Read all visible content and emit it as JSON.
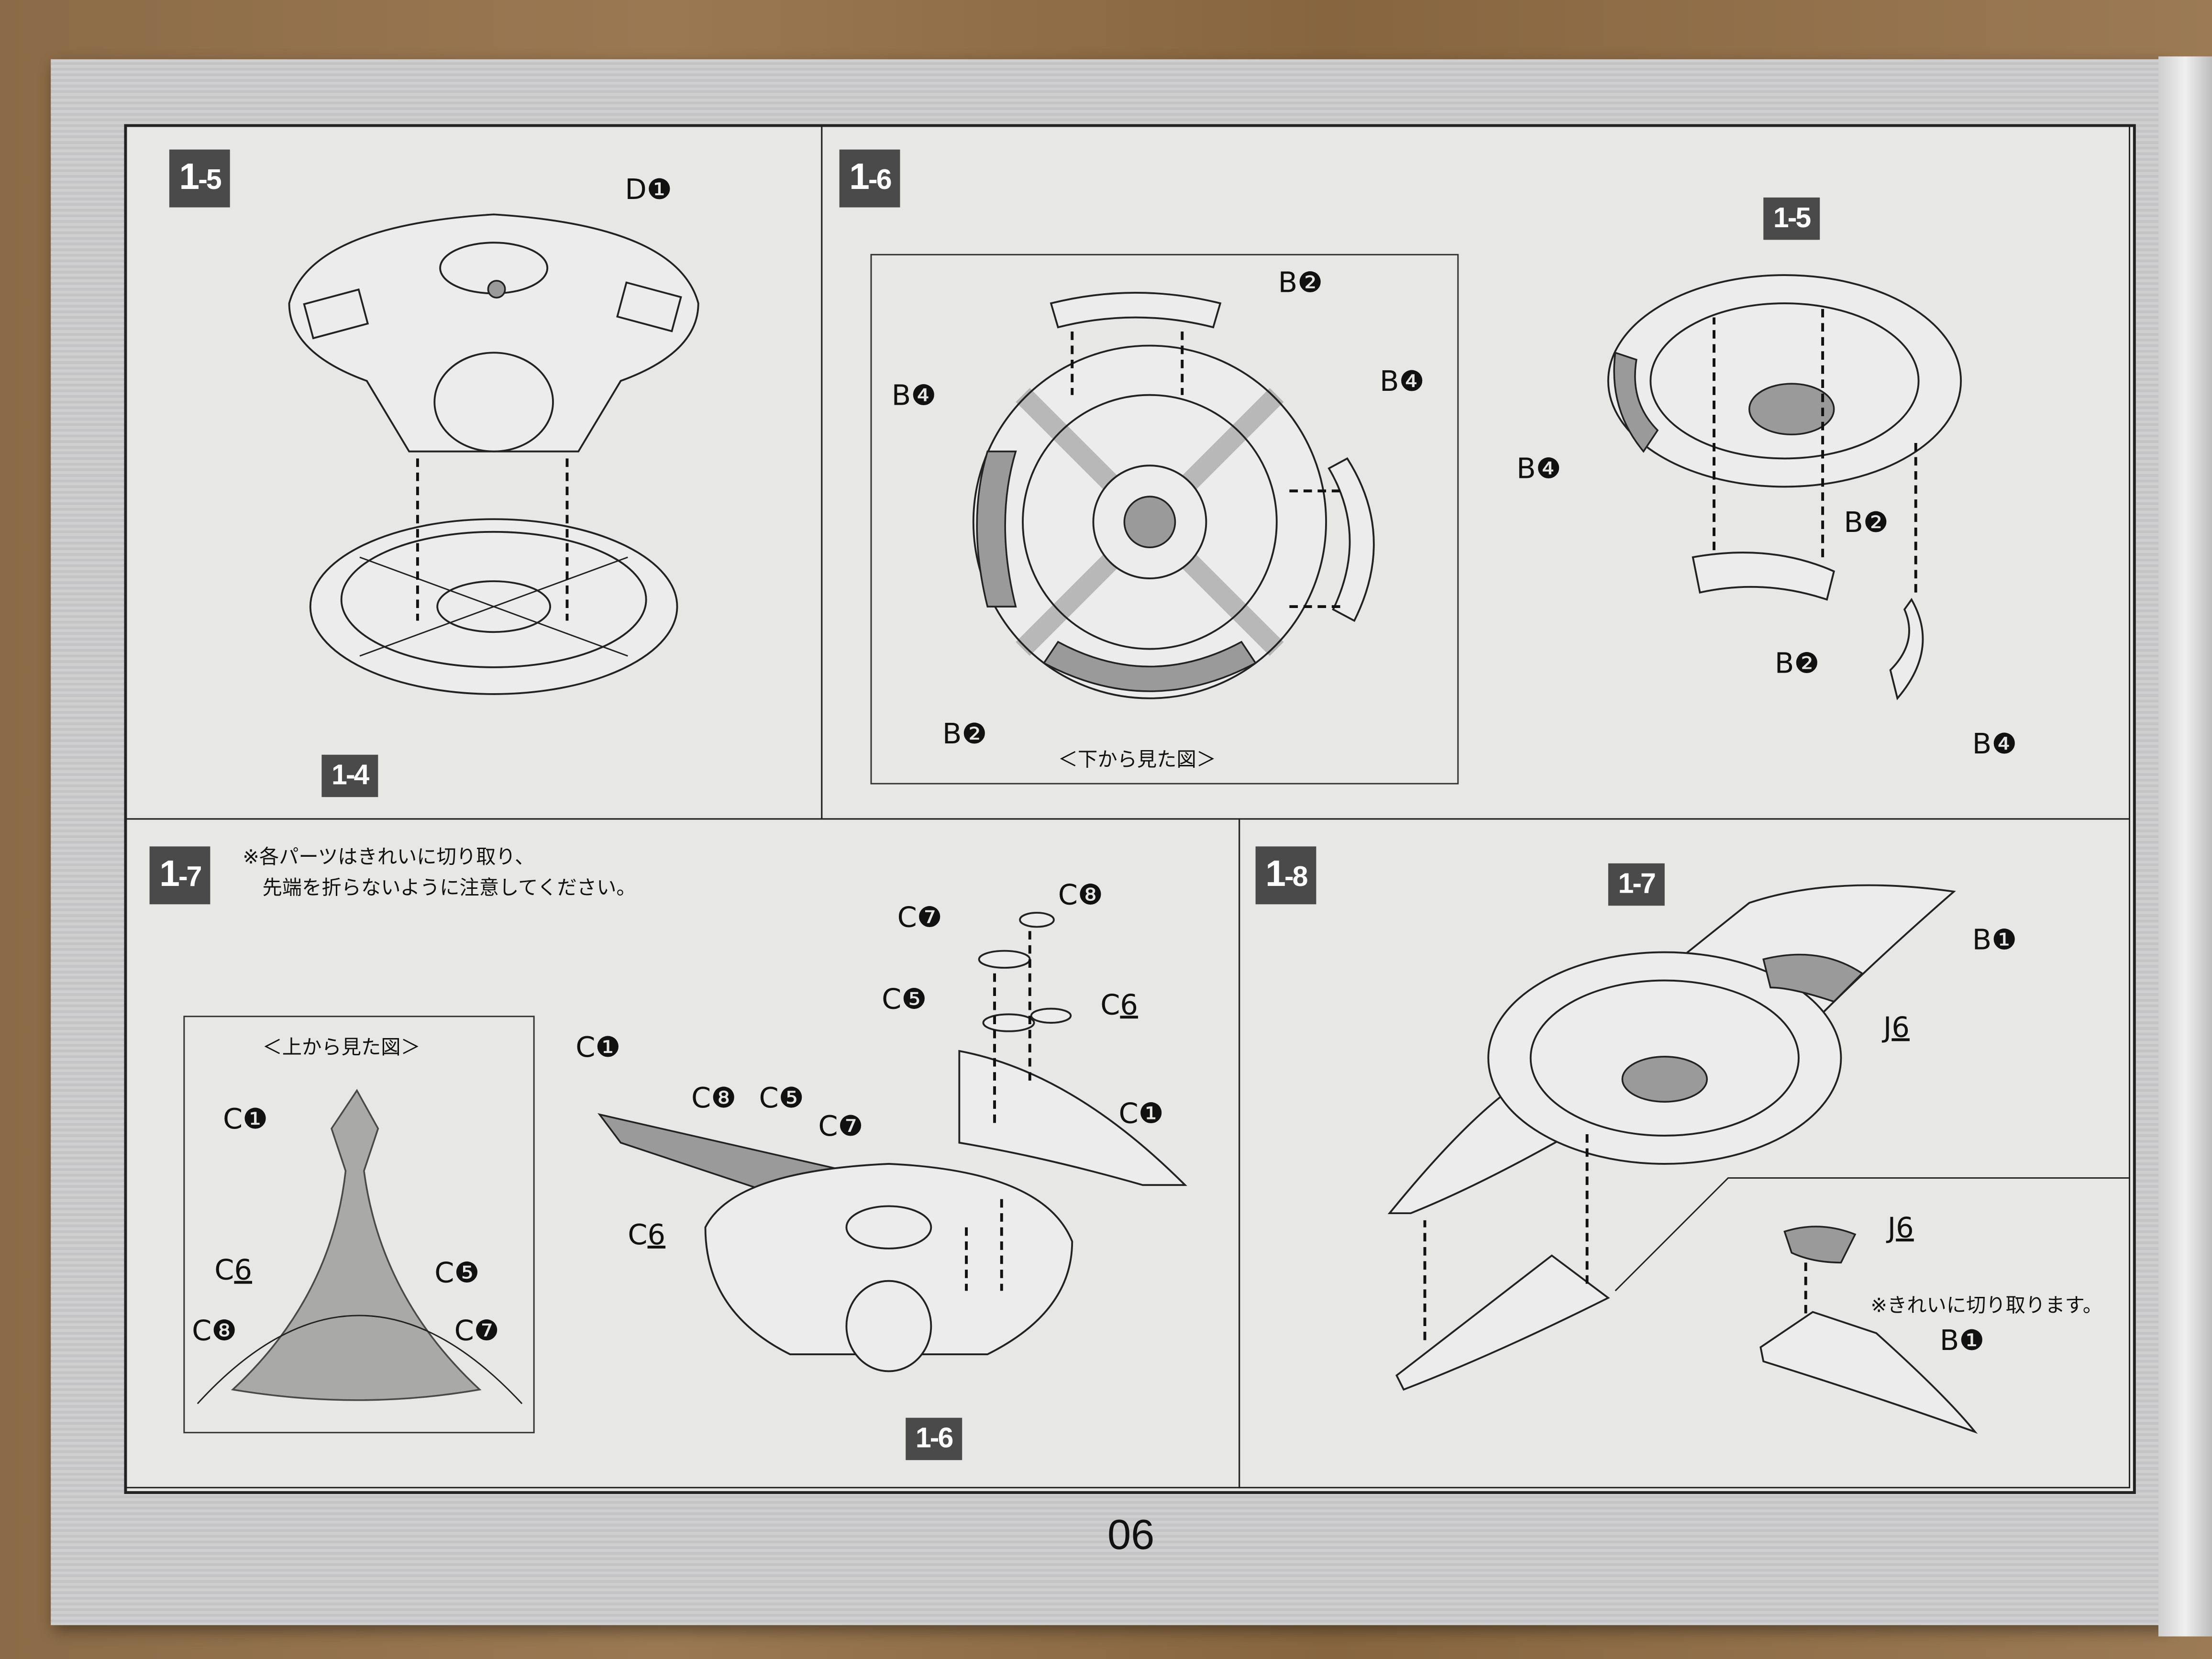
{
  "page_number": "06",
  "steps": {
    "s15": {
      "badge_main": "1",
      "badge_sub": "-5",
      "ref_badge": "1-4",
      "labels": [
        {
          "letter": "D",
          "num": "❶",
          "underline": false
        }
      ]
    },
    "s16": {
      "badge_main": "1",
      "badge_sub": "-6",
      "ref_badge": "1-5",
      "view_caption": "＜下から見た図＞",
      "labels": [
        {
          "letter": "B",
          "num": "❷",
          "underline": false
        },
        {
          "letter": "B",
          "num": "❹",
          "underline": false
        },
        {
          "letter": "B",
          "num": "❹",
          "underline": false
        },
        {
          "letter": "B",
          "num": "❷",
          "underline": false
        },
        {
          "letter": "B",
          "num": "❹",
          "underline": false
        },
        {
          "letter": "B",
          "num": "❷",
          "underline": false
        },
        {
          "letter": "B",
          "num": "❷",
          "underline": false
        },
        {
          "letter": "B",
          "num": "❹",
          "underline": false
        }
      ]
    },
    "s17": {
      "badge_main": "1",
      "badge_sub": "-7",
      "ref_badge": "1-6",
      "note_line1": "※各パーツはきれいに切り取り、",
      "note_line2": "先端を折らないように注意してください。",
      "view_caption": "＜上から見た図＞",
      "labels": [
        {
          "letter": "C",
          "num": "❶",
          "underline": false
        },
        {
          "letter": "C",
          "num": "6",
          "underline": true
        },
        {
          "letter": "C",
          "num": "❺",
          "underline": false
        },
        {
          "letter": "C",
          "num": "❽",
          "underline": false
        },
        {
          "letter": "C",
          "num": "❼",
          "underline": false
        },
        {
          "letter": "C",
          "num": "❶",
          "underline": false
        },
        {
          "letter": "C",
          "num": "❽",
          "underline": false
        },
        {
          "letter": "C",
          "num": "❺",
          "underline": false
        },
        {
          "letter": "C",
          "num": "❼",
          "underline": false
        },
        {
          "letter": "C",
          "num": "6",
          "underline": true
        },
        {
          "letter": "C",
          "num": "❼",
          "underline": false
        },
        {
          "letter": "C",
          "num": "❽",
          "underline": false
        },
        {
          "letter": "C",
          "num": "❺",
          "underline": false
        },
        {
          "letter": "C",
          "num": "6",
          "underline": true
        },
        {
          "letter": "C",
          "num": "❶",
          "underline": false
        }
      ]
    },
    "s18": {
      "badge_main": "1",
      "badge_sub": "-8",
      "ref_badge": "1-7",
      "note": "※きれいに切り取ります。",
      "labels": [
        {
          "letter": "B",
          "num": "❶",
          "underline": false
        },
        {
          "letter": "J",
          "num": "6",
          "underline": true
        },
        {
          "letter": "J",
          "num": "6",
          "underline": true
        },
        {
          "letter": "B",
          "num": "❶",
          "underline": false
        }
      ]
    }
  }
}
